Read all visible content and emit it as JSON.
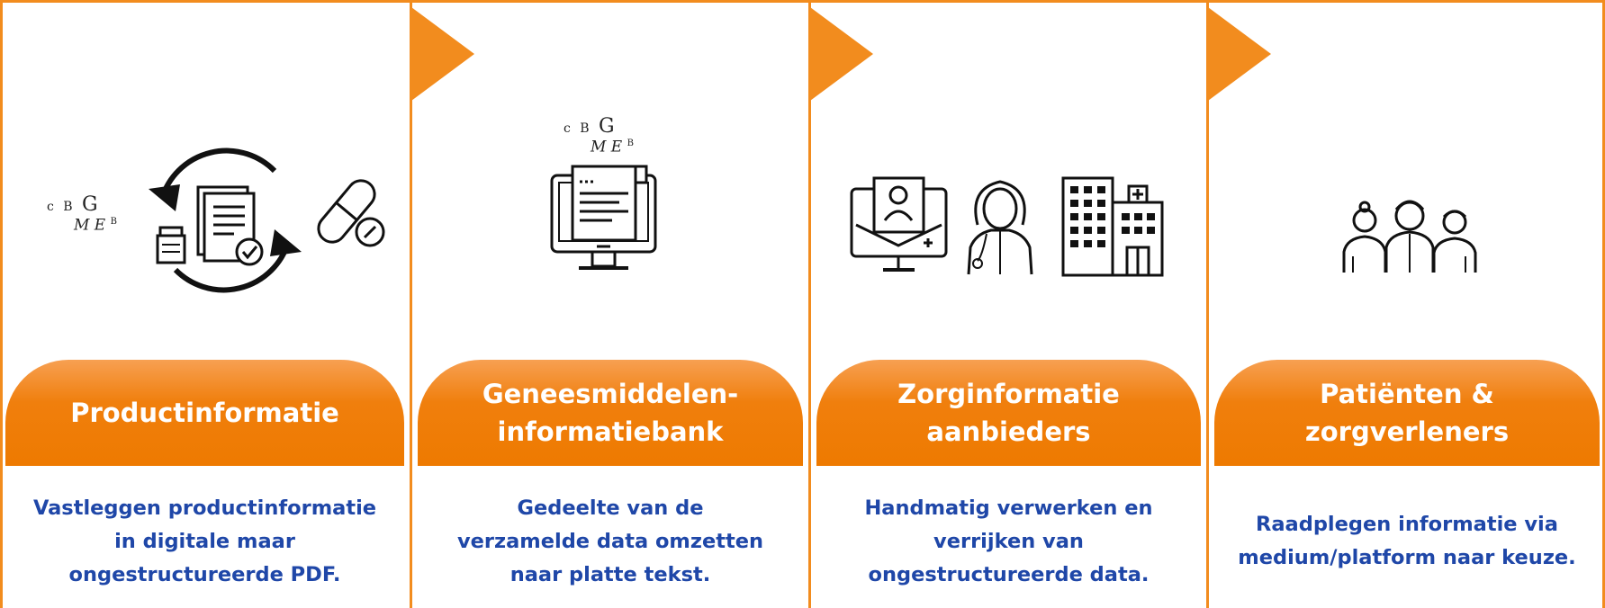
{
  "theme": {
    "accent": "#f28c1e",
    "header_text": "#ffffff",
    "desc_text": "#1f47a8"
  },
  "logo": {
    "line1_small": "c B",
    "line1_big": "G",
    "line2": "M E",
    "line2_sup": "B"
  },
  "steps": [
    {
      "header": "Productinformatie",
      "description": "Vastleggen productinformatie\nin digitale maar\nongestructureerde PDF.",
      "icons": [
        "refresh-cycle-icon",
        "document-check-icon",
        "pill-bottle-icon",
        "capsule-icon",
        "tablet-icon"
      ]
    },
    {
      "header": "Geneesmiddelen-\ninformatiebank",
      "description": "Gedeelte van de\nverzamelde data omzetten\nnaar platte tekst.",
      "icons": [
        "computer-document-icon"
      ]
    },
    {
      "header": "Zorginformatie\naanbieders",
      "description": "Handmatig verwerken en\nverrijken van\nongestructureerde data.",
      "icons": [
        "telehealth-monitor-icon",
        "doctor-icon",
        "hospital-icon"
      ]
    },
    {
      "header": "Patiënten &\nzorgverleners",
      "description": "Raadplegen informatie via\nmedium/platform naar keuze.",
      "icons": [
        "people-group-icon"
      ]
    }
  ]
}
